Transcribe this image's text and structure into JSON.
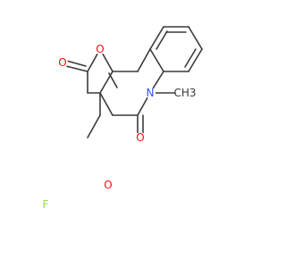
{
  "atom_labels": {
    "o_lactone_carbonyl": "O",
    "o_ring": "O",
    "o_amide_carbonyl": "O",
    "n_ring": "N",
    "methyl": "CH3",
    "o_ether": "O",
    "fluorine": "F"
  },
  "colors": {
    "bond": "#3a3a3a",
    "oxygen": "#ff0d0d",
    "nitrogen": "#3050f8",
    "fluorine": "#90e050",
    "carbon_label": "#3a3a3a"
  }
}
